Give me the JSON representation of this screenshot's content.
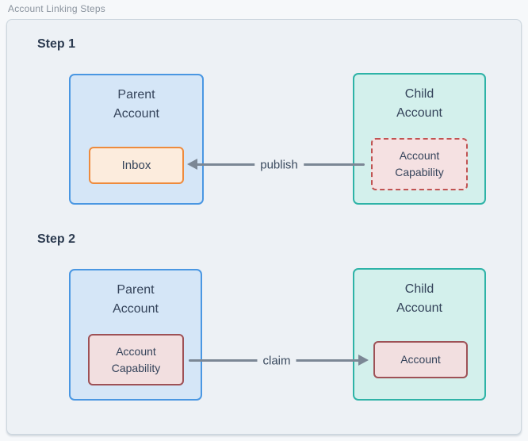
{
  "diagram": {
    "title": "Account Linking Steps",
    "steps": [
      {
        "heading": "Step 1",
        "parent": {
          "label": "Parent Account",
          "inner": {
            "label": "Inbox"
          }
        },
        "child": {
          "label": "Child Account",
          "inner": {
            "label": "Account Capability"
          }
        },
        "arrow": {
          "label": "publish",
          "direction": "right-to-left"
        }
      },
      {
        "heading": "Step 2",
        "parent": {
          "label": "Parent Account",
          "inner": {
            "label": "Account Capability"
          }
        },
        "child": {
          "label": "Child Account",
          "inner": {
            "label": "Account"
          }
        },
        "arrow": {
          "label": "claim",
          "direction": "left-to-right"
        }
      }
    ]
  },
  "palette": {
    "panel_background": "#edf1f5",
    "parent_node_fill": "#d5e6f7",
    "parent_node_border": "#4a97e2",
    "child_node_fill": "#d3f0ec",
    "child_node_border": "#2eb3a7",
    "inbox_fill": "#fcecdd",
    "inbox_border": "#ee8b3d",
    "capability_fill": "#f2dfe0",
    "capability_border": "#9e5156",
    "capability_dashed_border": "#c05352",
    "arrow_color": "#7b8795"
  }
}
